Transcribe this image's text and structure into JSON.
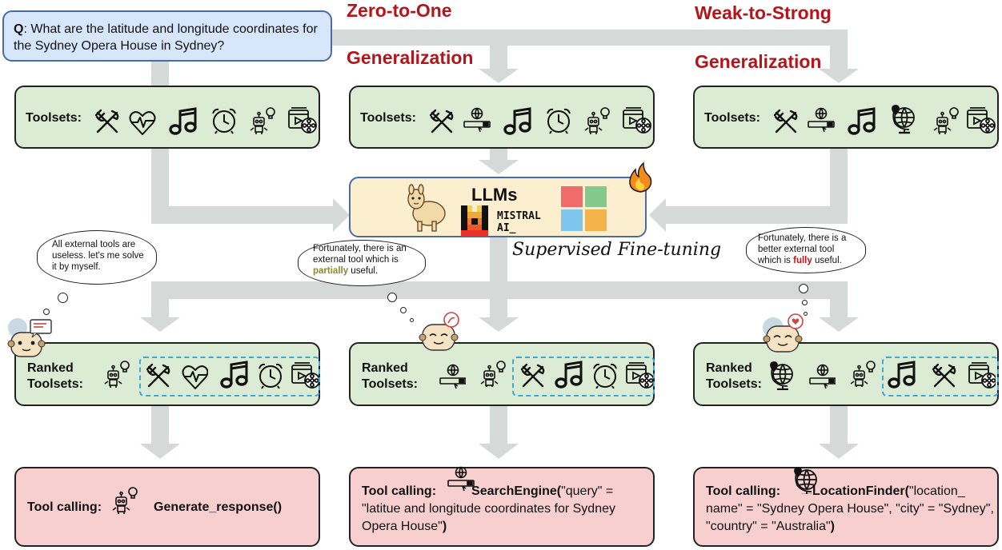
{
  "question": {
    "prefix": "Q",
    "text": ": What are the latitude and longitude coordinates for the Sydney Opera House in Sydney?"
  },
  "titles": {
    "zero_line1": "Zero-to-One",
    "zero_line2": "Generalization",
    "weak_line1": "Weak-to-Strong",
    "weak_line2": "Generalization"
  },
  "toolsets_label": "Toolsets:",
  "llm": {
    "title": "LLMs",
    "mistral_line1": "MISTRAL",
    "mistral_line2": "AI_",
    "sft": "Supervised Fine-tuning",
    "fire_icon": "fire-icon"
  },
  "thoughts": {
    "left": "All external tools are useless. let's me solve it by myself.",
    "middle_pre": "Fortunately, there is an external tool which is ",
    "middle_em": "partially",
    "middle_post": " useful.",
    "right_pre": "Fortunately, there is a better external tool which is ",
    "right_em": "fully",
    "right_post": " useful."
  },
  "ranked": {
    "line1": "Ranked",
    "line2": "Toolsets:"
  },
  "calls": {
    "label": "Tool calling:",
    "left_fn": "Generate_response()",
    "mid_fn": "SearchEngine(",
    "mid_args": "\"query\" = \"latitue and longitude coordinates for Sydney Opera House\"",
    "mid_close": ")",
    "right_fn": "LocationFinder(",
    "right_args": "\"location_ name\" = \"Sydney Opera House\", \"city\" = \"Sydney\", \"country\" = \"Australia\"",
    "right_close": ")"
  },
  "colors": {
    "arrow": "#d5d9d8",
    "title_red": "#b3151b",
    "partially": "#8a8a2b",
    "fully": "#c0141a",
    "toolset_bg": "#dcebd3",
    "call_bg": "#f7cfcf",
    "dash": "#3aaad7"
  },
  "icon_names": [
    "fork-knife-icon",
    "heartbeat-icon",
    "music-note-icon",
    "alarm-clock-icon",
    "robot-idea-icon",
    "film-reel-icon",
    "search-bar-icon",
    "globe-pin-icon",
    "llama-icon",
    "mistral-logo-icon",
    "microsoft-logo-icon",
    "robot-face-icon"
  ]
}
